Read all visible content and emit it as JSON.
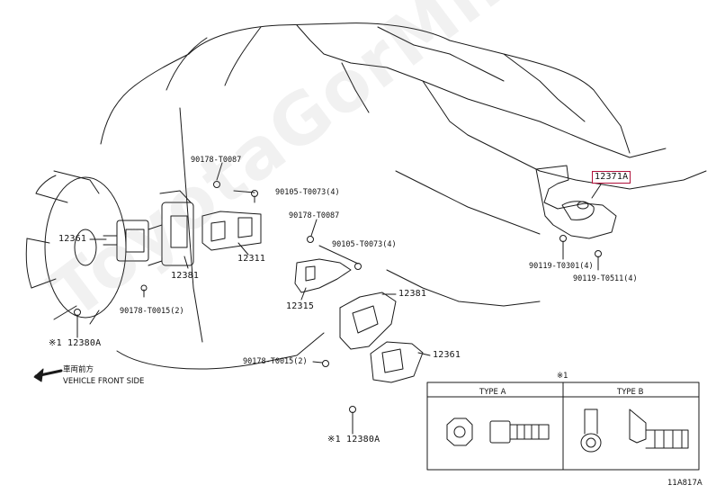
{
  "labels": {
    "p90178_t0087_a": "90178-T0087",
    "p90105_t0073_a": "90105-T0073(4)",
    "p12361_a": "12361",
    "p12381_a": "12381",
    "p12311": "12311",
    "p90178_t0087_b": "90178-T0087",
    "p90105_t0073_b": "90105-T0073(4)",
    "p12315": "12315",
    "p12381_b": "12381",
    "p90178_t0015_a": "90178-T0015(2)",
    "p12380a_a": "※1 12380A",
    "p12361_b": "12361",
    "p90178_t0015_b": "90178-T0015(2)",
    "p12380a_b": "※1 12380A",
    "p12371a": "12371A",
    "p90119_t0301": "90119-T0301(4)",
    "p90119_t0511": "90119-T0511(4)"
  },
  "front_note": {
    "jp": "車両前方",
    "en": "VEHICLE FRONT SIDE"
  },
  "table": {
    "mark": "※1",
    "type_a": "TYPE A",
    "type_b": "TYPE B"
  },
  "figure_id": "11A817A",
  "watermark": "ToyotaGorMine.ru",
  "colors": {
    "line": "#1a1a1a",
    "highlight_border": "#b0103a"
  }
}
